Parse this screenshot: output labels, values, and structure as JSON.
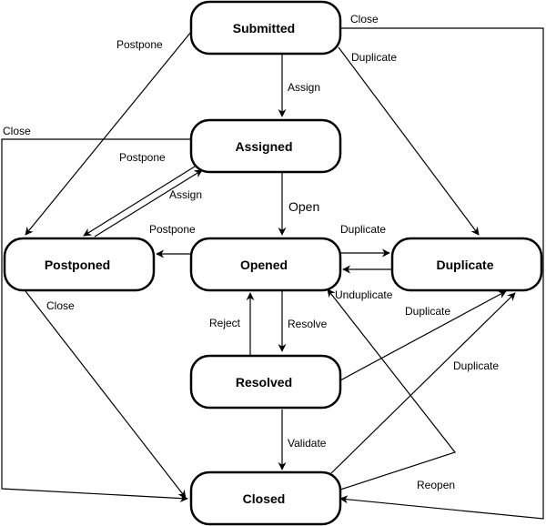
{
  "states": {
    "submitted": "Submitted",
    "assigned": "Assigned",
    "postponed": "Postponed",
    "opened": "Opened",
    "duplicate": "Duplicate",
    "resolved": "Resolved",
    "closed": "Closed"
  },
  "transitions": {
    "submitted_close": "Close",
    "submitted_postpone": "Postpone",
    "submitted_assign": "Assign",
    "submitted_duplicate": "Duplicate",
    "assigned_close": "Close",
    "assigned_postpone": "Postpone",
    "postponed_assign": "Assign",
    "assigned_open": "Open",
    "opened_postpone": "Postpone",
    "opened_duplicate": "Duplicate",
    "duplicate_unduplicate": "Unduplicate",
    "postponed_close": "Close",
    "resolved_reject": "Reject",
    "opened_resolve": "Resolve",
    "resolved_duplicate": "Duplicate",
    "closed_duplicate": "Duplicate",
    "resolved_validate": "Validate",
    "closed_reopen": "Reopen"
  }
}
